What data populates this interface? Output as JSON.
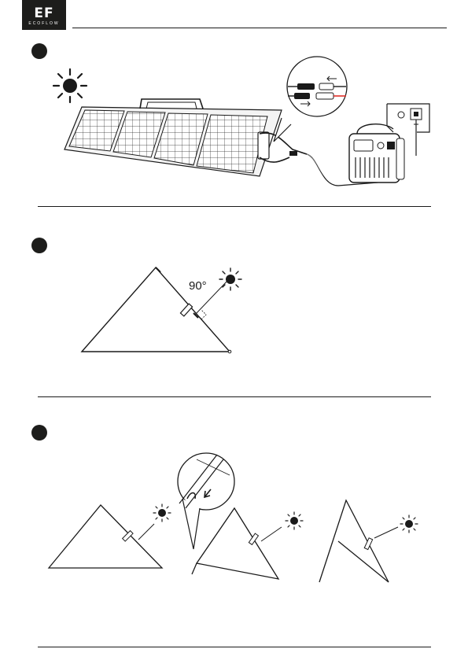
{
  "header": {
    "logo_mark": "EF",
    "logo_word": "ECOFLOW"
  },
  "steps": [
    {
      "figure": "solar-panel-connected-to-power-station"
    },
    {
      "figure": "panel-propped-at-right-angle-to-sun",
      "angle_label": "90°"
    },
    {
      "figure": "adjusting-kickstand-angles"
    }
  ],
  "colors": {
    "ink": "#1a1a1a",
    "accent_red": "#e0302a",
    "background": "#ffffff"
  }
}
